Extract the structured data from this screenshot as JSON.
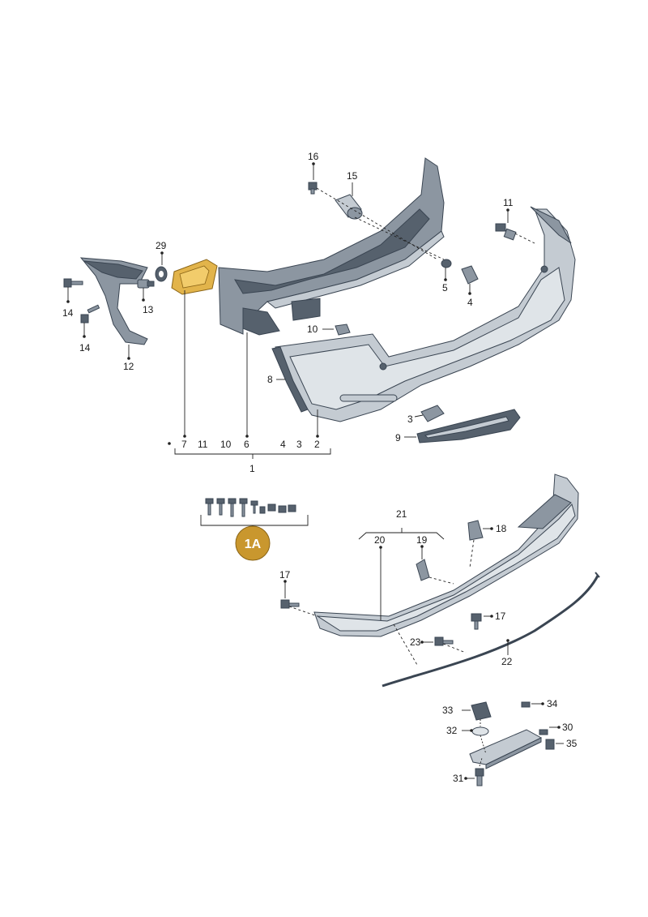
{
  "diagram": {
    "callouts": {
      "c1": "1",
      "c2": "2",
      "c3a": "3",
      "c3b": "3",
      "c4a": "4",
      "c4b": "4",
      "c5": "5",
      "c6": "6",
      "c7": "7",
      "c8": "8",
      "c9": "9",
      "c10a": "10",
      "c10b": "10",
      "c11a": "11",
      "c11b": "11",
      "c12": "12",
      "c13": "13",
      "c14a": "14",
      "c14b": "14",
      "c15": "15",
      "c16": "16",
      "c17a": "17",
      "c17b": "17",
      "c18": "18",
      "c19": "19",
      "c20": "20",
      "c21": "21",
      "c22": "22",
      "c23": "23",
      "c29": "29",
      "c30": "30",
      "c31": "31",
      "c32": "32",
      "c33": "33",
      "c34": "34",
      "c35": "35"
    },
    "kit_badge": "1A",
    "colors": {
      "part_dark": "#56616d",
      "part_mid": "#8c96a1",
      "part_light": "#c4cbd2",
      "highlight": "#d7a63a",
      "badge": "#c9972e"
    }
  }
}
